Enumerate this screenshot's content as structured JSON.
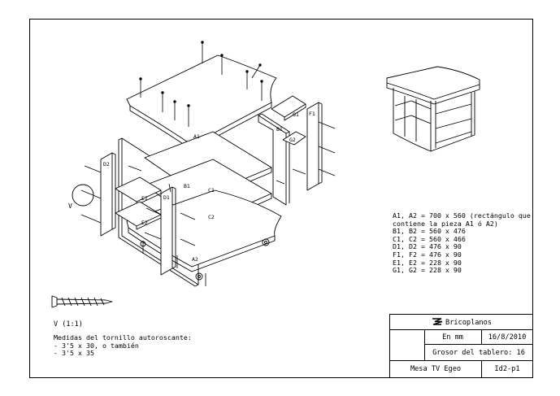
{
  "drawing": {
    "part_labels": {
      "a1": "A1",
      "a2": "A2",
      "b1_top": "B1",
      "b1_side": "B1",
      "c1": "C1",
      "c2": "C2",
      "d1": "D1",
      "d2": "D2",
      "e1": "E1",
      "e2": "E2",
      "f1": "F1",
      "g1": "G1",
      "g2": "G2"
    },
    "detail_marker": "V"
  },
  "dimensions": [
    "A1, A2 = 700 x 560 (rectángulo que",
    "contiene la pieza A1 ó A2)",
    "B1, B2 = 560 x 476",
    "C1, C2 = 560 x 466",
    "D1, D2 = 476 x 90",
    "F1, F2 = 476 x 90",
    "E1, E2 = 228 x 90",
    "G1, G2 = 228 x 90"
  ],
  "screw": {
    "scale_label": "V (1:1)",
    "note_lines": [
      "Medidas del tornillo autoroscante:",
      "- 3'5 x 30, o también",
      "- 3'5 x 35"
    ]
  },
  "title_block": {
    "brand": "Bricoplanos",
    "units": "En mm",
    "date": "16/8/2010",
    "thickness": "Grosor del tablero: 16",
    "project": "Mesa TV Egeo",
    "sheet": "Id2-p1"
  }
}
